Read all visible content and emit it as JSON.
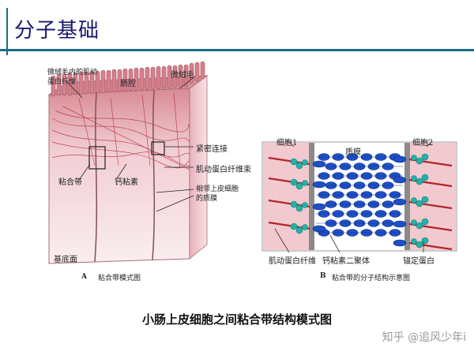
{
  "slide": {
    "title": "分子基础",
    "caption": "小肠上皮细胞之间粘合带结构模式图",
    "watermark": "知乎 @追风少年i"
  },
  "figure_a": {
    "labels": {
      "microvilli_actin": "微绒毛内的肌动蛋白纤维",
      "lumen": "肠腔",
      "microvilli": "微绒毛",
      "tight_junction": "紧密连接",
      "actin_bundle": "肌动蛋白纤维束",
      "adhesion_belt": "粘合带",
      "cadherin": "钙粘素",
      "adjacent_membrane": "相邻上皮细胞的质膜",
      "basal_surface": "基底面"
    },
    "panel_letter": "A",
    "panel_caption": "粘合带模式图"
  },
  "figure_b": {
    "labels": {
      "cell1": "细胞1",
      "space": "质膜",
      "cell2": "细胞2",
      "actin_fiber": "肌动蛋白纤维",
      "cadherin_dimer": "钙粘素二聚体",
      "anchor_protein": "锚定蛋白"
    },
    "panel_letter": "B",
    "panel_caption": "粘合带的分子结构示意图"
  },
  "colors": {
    "title": "#1a1a6e",
    "rule": "#1a6b88",
    "cadherin_blue": "#1e4fc6",
    "anchor_teal": "#22b3a8",
    "actin_red": "#b0262c",
    "cell_pink": "#f2c9cf"
  }
}
